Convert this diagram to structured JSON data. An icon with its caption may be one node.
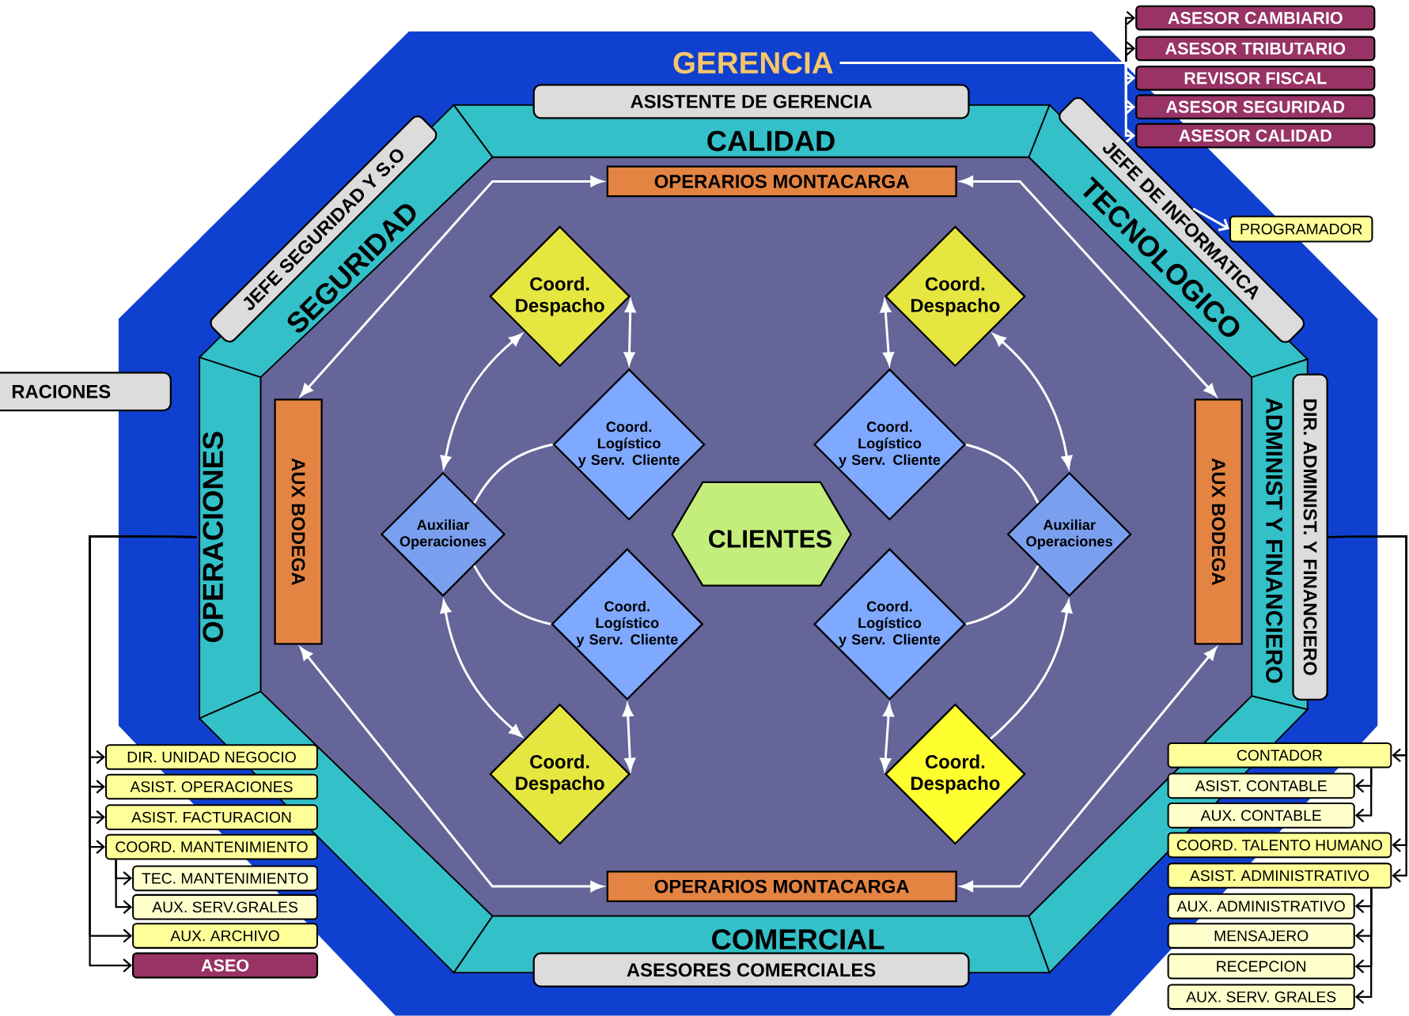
{
  "diagram": {
    "nodes": [
      {
        "text": [
          "GERENCIA"
        ]
      },
      {
        "text": [
          "ASISTENTE DE GERENCIA"
        ]
      },
      {
        "text": [
          "ASESOR CAMBIARIO"
        ]
      },
      {
        "text": [
          "ASESOR TRIBUTARIO"
        ]
      },
      {
        "text": [
          "REVISOR FISCAL"
        ]
      },
      {
        "text": [
          "ASESOR SEGURIDAD"
        ]
      },
      {
        "text": [
          "ASESOR CALIDAD"
        ]
      },
      {
        "text": [
          "CALIDAD"
        ]
      },
      {
        "text": [
          "JEFE SEGURIDAD Y S.O"
        ]
      },
      {
        "text": [
          "SEGURIDAD"
        ]
      },
      {
        "text": [
          "TECNOLOGICO"
        ]
      },
      {
        "text": [
          "JEFE DE INFORMATICA"
        ]
      },
      {
        "text": [
          "PROGRAMADOR"
        ]
      },
      {
        "text": [
          "OPERARIOS MONTACARGA"
        ]
      },
      {
        "text": [
          "Coord. Despacho"
        ]
      },
      {
        "text": [
          "Coord. Despacho"
        ]
      },
      {
        "text": [
          "RACIONES"
        ]
      },
      {
        "text": [
          "OPERACIONES"
        ]
      },
      {
        "text": [
          "AUX BODEGA"
        ]
      },
      {
        "text": [
          "Coord. Logístico y Serv. Cliente"
        ]
      },
      {
        "text": [
          "Coord. Logístico y Serv. Cliente"
        ]
      },
      {
        "text": [
          "ADMINIST Y FINANCIERO"
        ]
      },
      {
        "text": [
          "DIR. ADMINIST. Y FINANCIERO"
        ]
      },
      {
        "text": [
          "AUX BODEGA"
        ]
      },
      {
        "text": [
          "Auxiliar Operaciones"
        ]
      },
      {
        "text": [
          "CLIENTES"
        ]
      },
      {
        "text": [
          "Auxiliar Operaciones"
        ]
      },
      {
        "text": [
          "Coord. Logístico y Serv. Cliente"
        ]
      },
      {
        "text": [
          "Coord. Logístico y Serv. Cliente"
        ]
      },
      {
        "text": [
          "Coord. Despacho"
        ]
      },
      {
        "text": [
          "Coord. Despacho"
        ]
      },
      {
        "text": [
          "OPERARIOS MONTACARGA"
        ]
      },
      {
        "text": [
          "COMERCIAL"
        ]
      },
      {
        "text": [
          "ASESORES COMERCIALES"
        ]
      },
      {
        "text": [
          "DIR. UNIDAD NEGOCIO"
        ]
      },
      {
        "text": [
          "ASIST. OPERACIONES"
        ]
      },
      {
        "text": [
          "ASIST. FACTURACION"
        ]
      },
      {
        "text": [
          "COORD. MANTENIMIENTO"
        ]
      },
      {
        "text": [
          "TEC. MANTENIMIENTO"
        ]
      },
      {
        "text": [
          "AUX. SERV.GRALES"
        ]
      },
      {
        "text": [
          "AUX. ARCHIVO"
        ]
      },
      {
        "text": [
          "ASEO"
        ]
      },
      {
        "text": [
          "CONTADOR"
        ]
      },
      {
        "text": [
          "ASIST. CONTABLE"
        ]
      },
      {
        "text": [
          "AUX. CONTABLE"
        ]
      },
      {
        "text": [
          "COORD. TALENTO HUMANO"
        ]
      },
      {
        "text": [
          "ASIST. ADMINISTRATIVO"
        ]
      },
      {
        "text": [
          "AUX. ADMINISTRATIVO"
        ]
      },
      {
        "text": [
          "MENSAJERO"
        ]
      },
      {
        "text": [
          "RECEPCION"
        ]
      },
      {
        "text": [
          "AUX. SERV. GRALES"
        ]
      },
      {
        "text": [],
        "shape": "band"
      },
      {
        "text": [],
        "shape": "band"
      }
    ],
    "edges": [
      {
        "from": 0,
        "to": 2,
        "arrow": "to",
        "color": "#000000"
      },
      {
        "from": 0,
        "to": 3,
        "arrow": "to",
        "color": "#000000"
      },
      {
        "from": 0,
        "to": 4,
        "arrow": "to"
      },
      {
        "from": 0,
        "to": 5,
        "arrow": "to"
      },
      {
        "from": 0,
        "to": 6,
        "arrow": "to"
      },
      {
        "from": 11,
        "to": 12,
        "arrow": "to"
      },
      {
        "from": 18,
        "to": 13,
        "arrow": "both"
      },
      {
        "from": 13,
        "to": 23,
        "arrow": "both"
      },
      {
        "from": 18,
        "to": 31,
        "arrow": "both"
      },
      {
        "from": 31,
        "to": 23,
        "arrow": "both"
      },
      {
        "from": 14,
        "to": 19,
        "arrow": "both"
      },
      {
        "from": 14,
        "to": 24,
        "arrow": "both"
      },
      {
        "from": 24,
        "to": 29,
        "arrow": "both"
      },
      {
        "from": 27,
        "to": 29,
        "arrow": "both"
      },
      {
        "from": 15,
        "to": 20,
        "arrow": "both"
      },
      {
        "from": 15,
        "to": 26,
        "arrow": "both"
      },
      {
        "from": 30,
        "to": 26,
        "arrow": "to"
      },
      {
        "from": 28,
        "to": 30,
        "arrow": "both"
      },
      {
        "from": 24,
        "to": 19,
        "arrow": "none"
      },
      {
        "from": 24,
        "to": 27,
        "arrow": "none"
      },
      {
        "from": 26,
        "to": 20,
        "arrow": "none"
      },
      {
        "from": 26,
        "to": 28,
        "arrow": "none"
      },
      {
        "from": 17,
        "to": 34,
        "arrow": "to",
        "color": "#000000"
      },
      {
        "from": 17,
        "to": 35,
        "arrow": "to",
        "color": "#000000"
      },
      {
        "from": 17,
        "to": 36,
        "arrow": "to",
        "color": "#000000"
      },
      {
        "from": 17,
        "to": 37,
        "arrow": "to",
        "color": "#000000"
      },
      {
        "from": 17,
        "to": 40,
        "arrow": "to",
        "color": "#000000"
      },
      {
        "from": 17,
        "to": 41,
        "arrow": "to",
        "color": "#000000"
      },
      {
        "from": 37,
        "to": 38,
        "arrow": "to",
        "color": "#000000"
      },
      {
        "from": 37,
        "to": 39,
        "arrow": "to",
        "color": "#000000"
      },
      {
        "from": 22,
        "to": 42,
        "arrow": "to",
        "color": "#000000"
      },
      {
        "from": 22,
        "to": 45,
        "arrow": "to",
        "color": "#000000"
      },
      {
        "from": 22,
        "to": 46,
        "arrow": "to",
        "color": "#000000"
      },
      {
        "from": 42,
        "to": 43,
        "arrow": "to",
        "color": "#000000"
      },
      {
        "from": 42,
        "to": 44,
        "arrow": "to",
        "color": "#000000"
      },
      {
        "from": 46,
        "to": 47,
        "arrow": "to",
        "color": "#000000"
      },
      {
        "from": 46,
        "to": 48,
        "arrow": "to",
        "color": "#000000"
      },
      {
        "from": 46,
        "to": 49,
        "arrow": "to",
        "color": "#000000"
      },
      {
        "from": 46,
        "to": 50,
        "arrow": "to",
        "color": "#000000"
      }
    ]
  }
}
